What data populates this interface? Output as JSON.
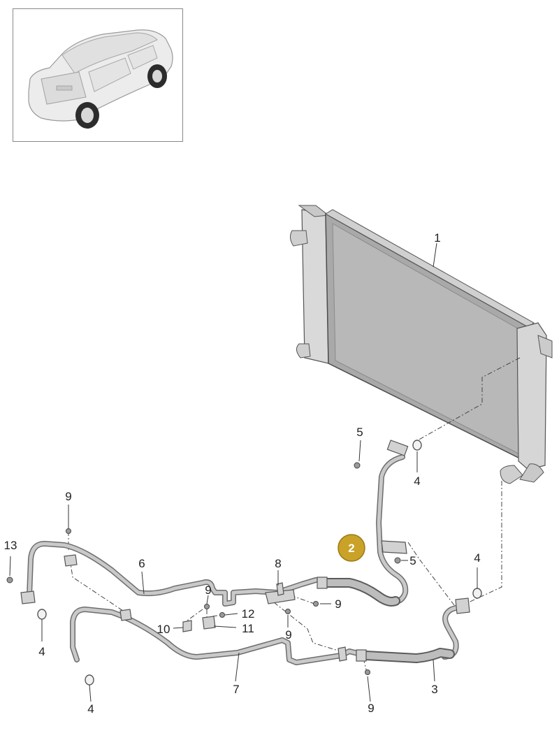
{
  "thumbnail": {
    "icon": "car-icon"
  },
  "highlight": {
    "label": "2",
    "color": "#c9a227"
  },
  "callouts": [
    {
      "id": "c1",
      "label": "1"
    },
    {
      "id": "c3",
      "label": "3"
    },
    {
      "id": "c4a",
      "label": "4"
    },
    {
      "id": "c4b",
      "label": "4"
    },
    {
      "id": "c4c",
      "label": "4"
    },
    {
      "id": "c4d",
      "label": "4"
    },
    {
      "id": "c5a",
      "label": "5"
    },
    {
      "id": "c5b",
      "label": "5"
    },
    {
      "id": "c6",
      "label": "6"
    },
    {
      "id": "c7",
      "label": "7"
    },
    {
      "id": "c8",
      "label": "8"
    },
    {
      "id": "c9a",
      "label": "9"
    },
    {
      "id": "c9b",
      "label": "9"
    },
    {
      "id": "c9c",
      "label": "9"
    },
    {
      "id": "c9d",
      "label": "9"
    },
    {
      "id": "c9e",
      "label": "9"
    },
    {
      "id": "c10",
      "label": "10"
    },
    {
      "id": "c11",
      "label": "11"
    },
    {
      "id": "c12",
      "label": "12"
    },
    {
      "id": "c13",
      "label": "13"
    }
  ]
}
